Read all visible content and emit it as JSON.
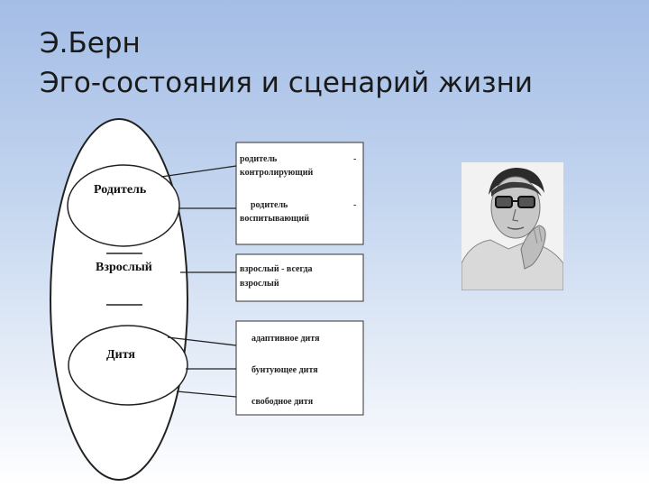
{
  "title": {
    "line1": "Э.Берн",
    "line2": "Эго-состояния и сценарий жизни"
  },
  "diagram": {
    "states": [
      "Родитель",
      "Взрослый",
      "Дитя"
    ],
    "boxes": {
      "parent": {
        "item1_line1": "родитель",
        "item1_dash": "-",
        "item1_line2": "контролирующий",
        "item2_line1": "родитель",
        "item2_dash": "-",
        "item2_line2": "воспитывающий"
      },
      "adult": {
        "line1": "взрослый - всегда",
        "line2": "взрослый"
      },
      "child": {
        "item1": "адаптивное дитя",
        "item2": "бунтующее дитя",
        "item3": "свободное дитя"
      }
    }
  },
  "photo": {
    "icon": "portrait-photo-icon"
  }
}
